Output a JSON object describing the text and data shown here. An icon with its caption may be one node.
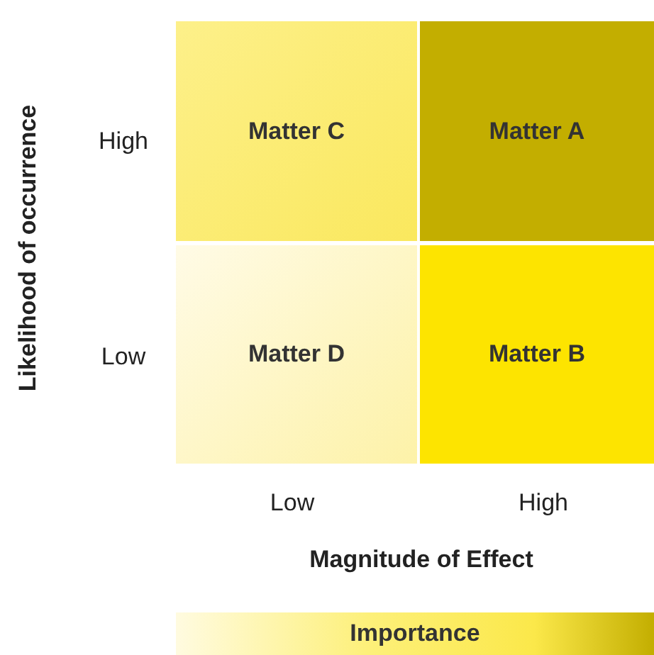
{
  "diagram": {
    "nodes": [
      {
        "text": [
          "Matter C"
        ]
      },
      {
        "text": [
          "Matter A"
        ]
      },
      {
        "text": [
          "Matter D"
        ]
      },
      {
        "text": [
          "Matter B"
        ]
      },
      {
        "text": [
          "Importance"
        ]
      }
    ],
    "edges": [],
    "labels": [
      "Likelihood of occurrence",
      "High",
      "Low",
      "Low",
      "High",
      "Magnitude of Effect"
    ]
  }
}
